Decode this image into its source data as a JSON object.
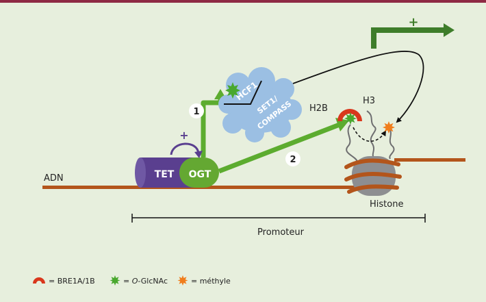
{
  "labels": {
    "adn": "ADN",
    "tet": "TET",
    "ogt": "OGT",
    "plus_tet": "+",
    "plus_transcription": "+",
    "step1": "1",
    "step2": "2",
    "hcf1": "HCF1",
    "set1_line1": "SET1/",
    "set1_line2": "COMPASS",
    "h2b": "H2B",
    "h3": "H3",
    "histone": "Histone",
    "promoteur": "Promoteur"
  },
  "legend": {
    "bre1": "= BRE1A/1B",
    "oglcnac_prefix": "=",
    "oglcnac_italic": "O",
    "oglcnac_rest": "-GlcNAc",
    "methyl": "= méthyle"
  },
  "colors": {
    "background": "#e7efdd",
    "top_bar": "#8e2a44",
    "dna": "#b3551b",
    "tet": "#5a3f8f",
    "ogt": "#64a832",
    "green_arrow": "#5cac2f",
    "transcription_arrow": "#3e7d2a",
    "cloud": "#9bbfe3",
    "bre1": "#d9371c",
    "methyl": "#f07d1c",
    "oglcnac": "#49a82e",
    "histone": "#8d8e91"
  }
}
